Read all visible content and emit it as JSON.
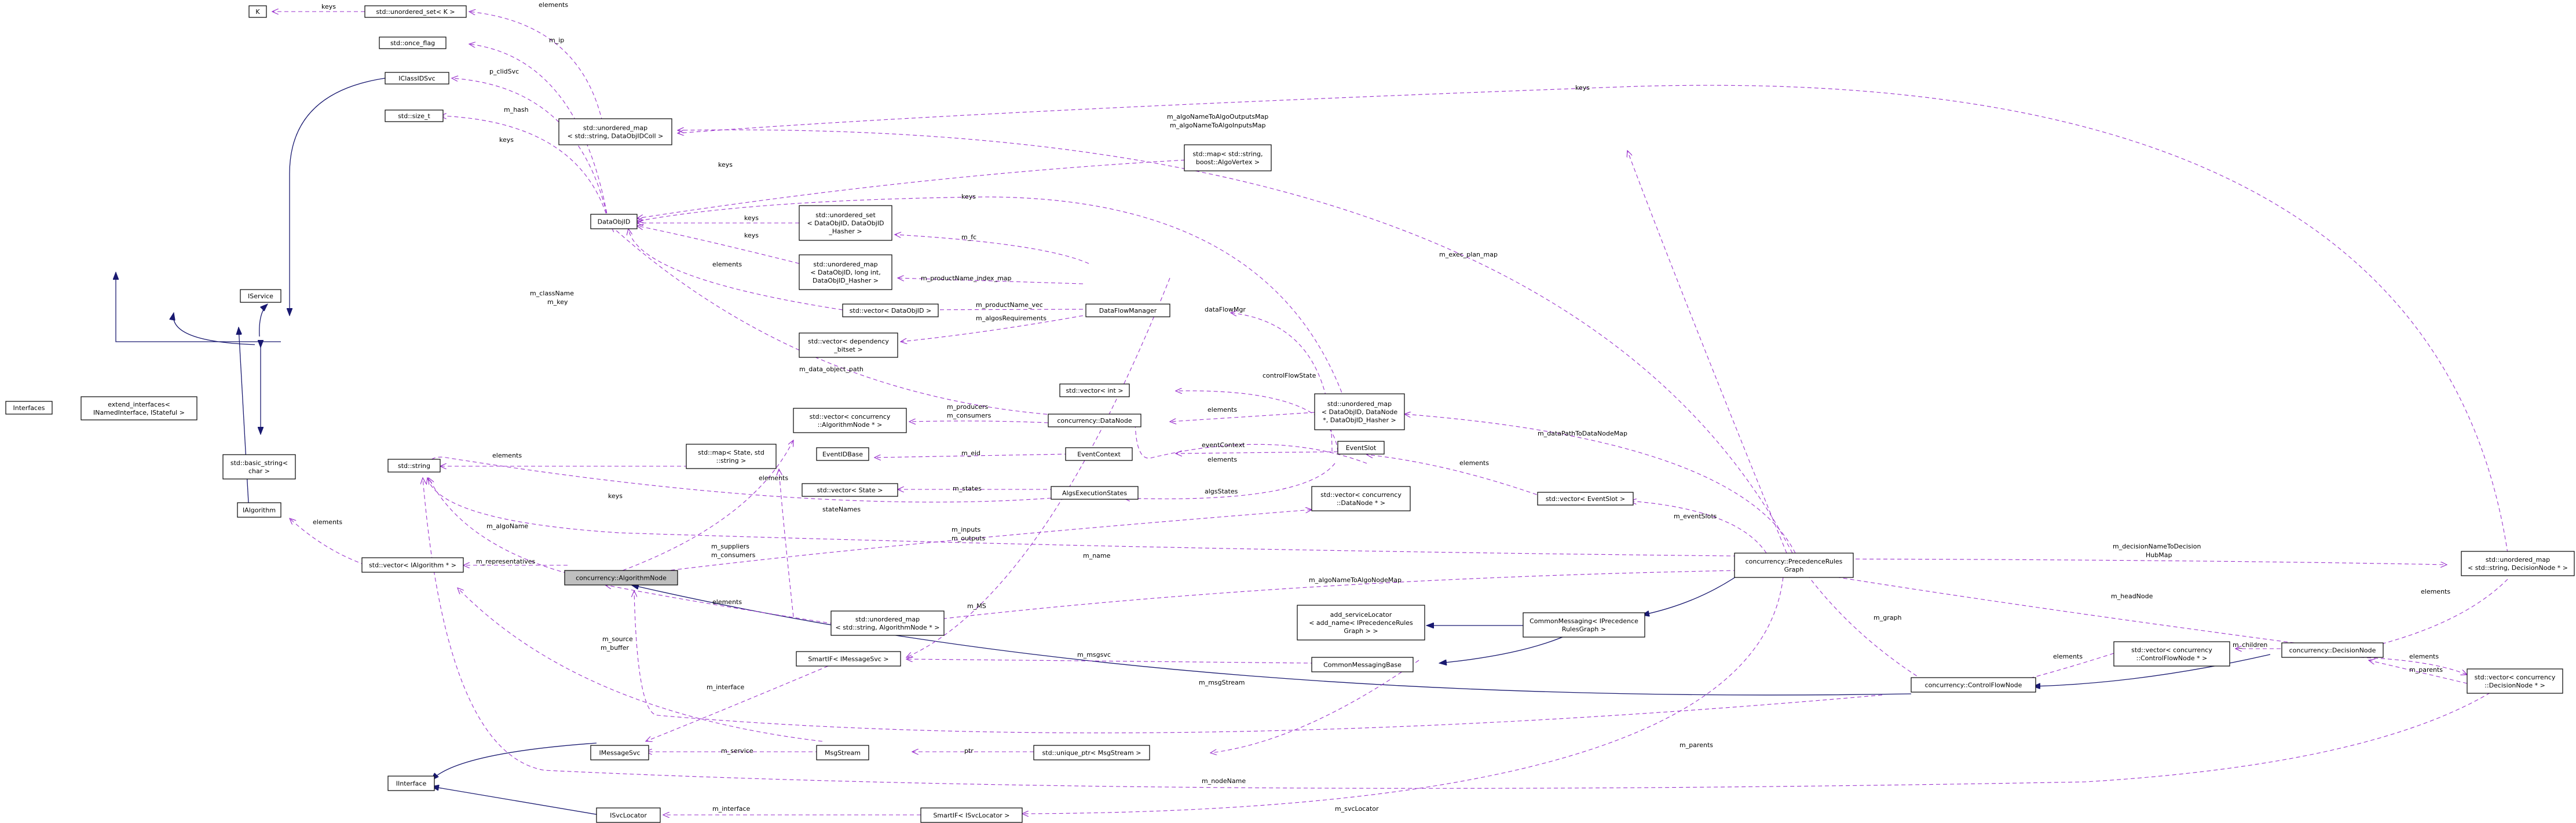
{
  "nodes": {
    "K": [
      "K"
    ],
    "uset_k": [
      "std::unordered_set< K >"
    ],
    "once_flag": [
      "std::once_flag"
    ],
    "iclassidsvc": [
      "IClassIDSvc"
    ],
    "size_t": [
      "std::size_t"
    ],
    "umap_algoid": [
      "std::unordered_map",
      "< std::string, DataObjIDColl >"
    ],
    "map_algovertex": [
      "std::map< std::string,",
      " boost::AlgoVertex >"
    ],
    "dataobjid": [
      "DataObjID"
    ],
    "uset_dataobjid": [
      "std::unordered_set",
      "< DataObjID, DataObjID",
      "_Hasher >"
    ],
    "umap_dataobjid_long": [
      "std::unordered_map",
      "< DataObjID, long int,",
      " DataObjID_Hasher >"
    ],
    "vec_dataobjid": [
      "std::vector< DataObjID >"
    ],
    "vec_dep_bitset": [
      "std::vector< dependency",
      "_bitset >"
    ],
    "dataflowmanager": [
      "DataFlowManager"
    ],
    "iservice": [
      "IService"
    ],
    "extend_interfaces": [
      "extend_interfaces<",
      " INamedInterface, IStateful >"
    ],
    "interfaces": [
      "Interfaces"
    ],
    "vec_int": [
      "std::vector< int >"
    ],
    "umap_datanode": [
      "std::unordered_map",
      "< DataObjID, DataNode",
      " *, DataObjID_Hasher >"
    ],
    "datanode": [
      "concurrency::DataNode"
    ],
    "vec_algnode": [
      "std::vector< concurrency",
      "::AlgorithmNode * >"
    ],
    "basic_string": [
      "std::basic_string<",
      " char >"
    ],
    "std_string": [
      "std::string"
    ],
    "map_state_string": [
      "std::map< State, std",
      "::string >"
    ],
    "eventidbase": [
      "EventIDBase"
    ],
    "eventcontext": [
      "EventContext"
    ],
    "eventslot": [
      "EventSlot"
    ],
    "vec_state": [
      "std::vector< State >"
    ],
    "algoexecutionstates": [
      "AlgsExecutionStates"
    ],
    "vec_datanode": [
      "std::vector< concurrency",
      "::DataNode * >"
    ],
    "vec_eventslot": [
      "std::vector< EventSlot >"
    ],
    "ialgorithm": [
      "IAlgorithm"
    ],
    "vec_ialgorithm": [
      "std::vector< IAlgorithm * >"
    ],
    "algorithmnode": [
      "concurrency::AlgorithmNode"
    ],
    "umap_algnode": [
      "std::unordered_map",
      "< std::string, AlgorithmNode * >"
    ],
    "add_svclocator": [
      "add_serviceLocator",
      "< add_name< IPrecedenceRules",
      "Graph > >"
    ],
    "cm_iprecedence": [
      "CommonMessaging< IPrecedence",
      "RulesGraph >"
    ],
    "precedencerulesgraph": [
      "concurrency::PrecedenceRules",
      "Graph"
    ],
    "smartif_imessagesvc": [
      "SmartIF< IMessageSvc >"
    ],
    "commonmessagingbase": [
      "CommonMessagingBase"
    ],
    "umap_decisionnode": [
      "std::unordered_map",
      "< std::string, DecisionNode * >"
    ],
    "vec_cfnode": [
      "std::vector< concurrency",
      "::ControlFlowNode * >"
    ],
    "decisionnode": [
      "concurrency::DecisionNode"
    ],
    "controlflownode": [
      "concurrency::ControlFlowNode"
    ],
    "vec_decisionnode": [
      "std::vector< concurrency",
      "::DecisionNode * >"
    ],
    "imessagesvc": [
      "IMessageSvc"
    ],
    "msgstream": [
      "MsgStream"
    ],
    "unique_ptr_msgstream": [
      "std::unique_ptr< MsgStream >"
    ],
    "iinterface": [
      "IInterface"
    ],
    "isvclocator": [
      "ISvcLocator"
    ],
    "smartif_isvclocator": [
      "SmartIF< ISvcLocator >"
    ]
  },
  "edge_labels": {
    "keys": "keys",
    "elements": "elements",
    "m_ip": "m_ip",
    "p_clidSvc": "p_clidSvc",
    "m_hash": "m_hash",
    "m_algoNameToAlgoOutputsMap": "m_algoNameToAlgoOutputsMap",
    "m_algoNameToAlgoInputsMap": "m_algoNameToAlgoInputsMap",
    "m_exec_plan_map": "m_exec_plan_map",
    "m_fc": "m_fc",
    "m_productName_index_map": "m_productName_index_map",
    "m_productName_vec": "m_productName_vec",
    "m_algosRequirements": "m_algosRequirements",
    "dataFlowMgr": "dataFlowMgr",
    "m_className": "m_className",
    "m_key": "m_key",
    "m_data_object_path": "m_data_object_path",
    "controlFlowState": "controlFlowState",
    "m_producers": "m_producers",
    "m_consumers": "m_consumers",
    "m_dataPathToDataNodeMap": "m_dataPathToDataNodeMap",
    "m_eid": "m_eid",
    "eventContext": "eventContext",
    "m_states": "m_states",
    "algsStates": "algsStates",
    "stateNames": "stateNames",
    "m_eventSlots": "m_eventSlots",
    "m_algoName": "m_algoName",
    "m_inputs": "m_inputs",
    "m_outputs": "m_outputs",
    "m_suppliers": "m_suppliers",
    "m_name": "m_name",
    "m_decisionNameToDecision": "m_decisionNameToDecision",
    "HubMap": "HubMap",
    "m_representatives": "m_representatives",
    "m_algoNameToAlgoNodeMap": "m_algoNameToAlgoNodeMap",
    "m_headNode": "m_headNode",
    "m_MS": "m_MS",
    "m_graph": "m_graph",
    "m_msgsvc": "m_msgsvc",
    "m_children": "m_children",
    "m_parents": "m_parents",
    "m_source": "m_source",
    "m_buffer": "m_buffer",
    "m_interface": "m_interface",
    "m_msgStream": "m_msgStream",
    "m_service": "m_service",
    "ptr": "ptr",
    "m_nodeName": "m_nodeName",
    "m_svcLocator": "m_svcLocator"
  },
  "colors": {
    "inherit_edge": "#191970",
    "use_edge": "#9a32cd",
    "focus_fill": "#bfbfbf",
    "node_fill": "#ffffff",
    "ghost_border": "#bfbfbf",
    "msgstream_border": "#ff0000"
  }
}
